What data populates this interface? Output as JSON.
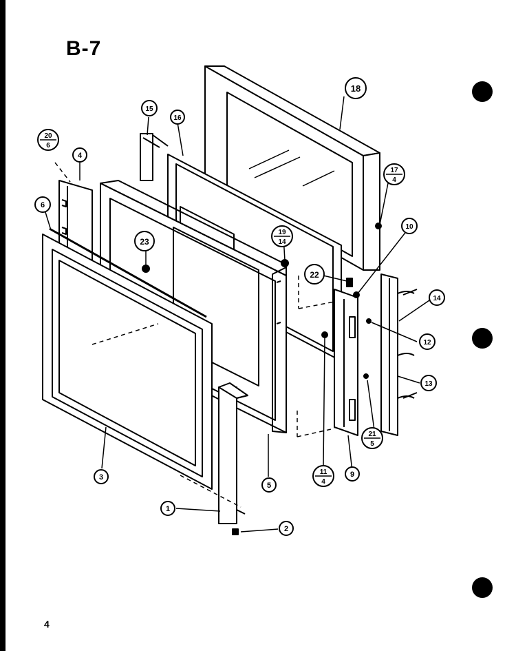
{
  "title": "B-7",
  "page_number": "4",
  "callouts": {
    "c1": "1",
    "c2": "2",
    "c3": "3",
    "c4": "4",
    "c5": "5",
    "c6": "6",
    "c9": "9",
    "c10": "10",
    "c12": "12",
    "c13": "13",
    "c14": "14",
    "c15": "15",
    "c16": "16",
    "c18": "18",
    "c22": "22",
    "c23": "23",
    "s20": {
      "top": "20",
      "bottom": "6"
    },
    "s17": {
      "top": "17",
      "bottom": "4"
    },
    "s19": {
      "top": "19",
      "bottom": "14"
    },
    "s11": {
      "top": "11",
      "bottom": "4"
    },
    "s21": {
      "top": "21",
      "bottom": "5"
    }
  }
}
